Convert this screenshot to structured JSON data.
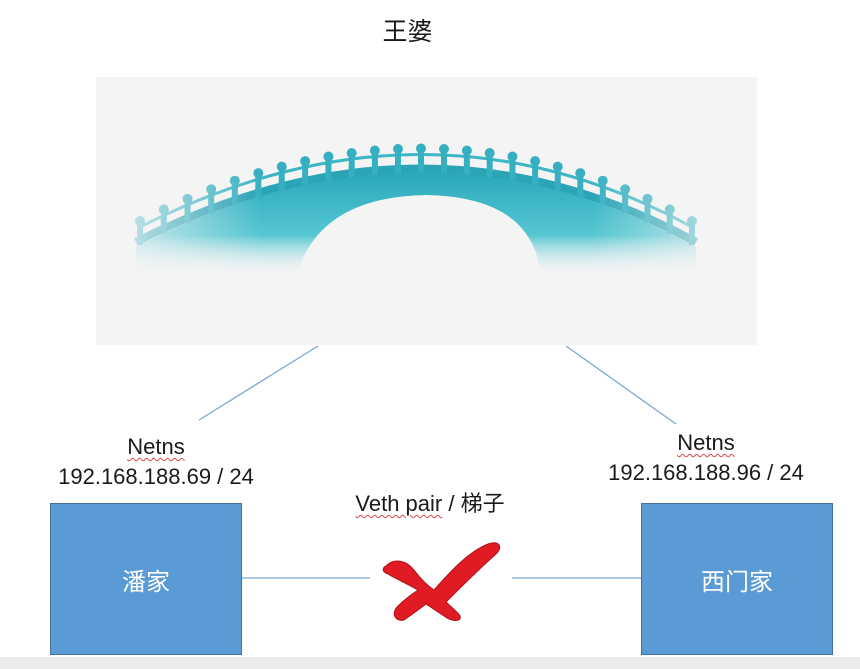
{
  "title": "王婆",
  "left_ns": {
    "name": "Netns",
    "ip": "192.168.188.69 / 24",
    "box_label": "潘家"
  },
  "right_ns": {
    "name": "Netns",
    "ip": "192.168.188.96 / 24",
    "box_label": "西门家"
  },
  "link": {
    "label_word": "Veth pair",
    "label_rest": " / 梯子",
    "status_icon": "red-cross-icon"
  },
  "colors": {
    "box_fill": "#5b9bd5",
    "connector": "#7aa7d8",
    "bridge_teal": "#3bbfcf",
    "cross_red": "#e01b24"
  }
}
